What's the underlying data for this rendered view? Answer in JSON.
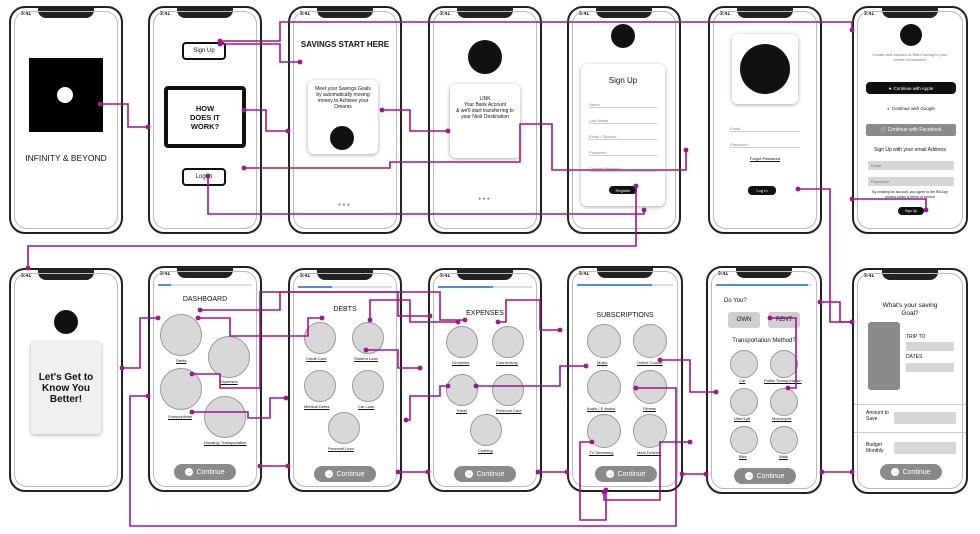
{
  "status": {
    "time": "9:41",
    "signal": "▪▪▪"
  },
  "screens": {
    "splash": {
      "title": "INFINITY & BEYOND"
    },
    "welcome": {
      "signup": "Sign Up",
      "how": "HOW\nDOES IT\nWORK?",
      "login": "Log In"
    },
    "savings": {
      "heading": "SAVINGS START HERE",
      "body": "Meet your Savings Goals by automatically moving money to Achieve your Dreams"
    },
    "link": {
      "body": "LINK\nYour Bank Account\n& we'll start transferring to your Next Destination"
    },
    "signup": {
      "title": "Sign Up",
      "fields": [
        "Name",
        "Last Name",
        "Email / Zipcode",
        "Password",
        "Confirm Password"
      ],
      "button": "Register"
    },
    "login": {
      "fields": [
        "Email",
        "Password"
      ],
      "forgot": "Forgot Password",
      "button": "Log In"
    },
    "account": {
      "intro": "Create and Account & Start Saving to your Dream Destination",
      "apple": "Continue with Apple",
      "google": "Continue with Google",
      "facebook": "Continue with Facebook",
      "email_heading": "Sign Up with your email Address",
      "fields": [
        "Email",
        "Password"
      ],
      "terms": "By creating an account, you agree to the Bill App privacy policy & terms of service",
      "button": "Sign Up"
    },
    "know": {
      "title": "Let's Get to Know You Better!"
    },
    "dashboard": {
      "title": "DASHBOARD",
      "items": [
        "Debts",
        "Expenses",
        "Subscriptions",
        "Housing/ Transportation"
      ],
      "continue": "Continue"
    },
    "debts": {
      "title": "DEBTS",
      "items": [
        "Credit Card",
        "Student Loan",
        "Medical Debts",
        "Car Loan",
        "Personal Loan"
      ],
      "continue": "Continue"
    },
    "expenses": {
      "title": "EXPENSES",
      "items": [
        "Groceries",
        "Connectivity",
        "Travel",
        "Personal Care",
        "Clothing"
      ],
      "continue": "Continue"
    },
    "subscriptions": {
      "title": "SUBSCRIPTIONS",
      "items": [
        "Music",
        "Online Course",
        "Audio / E-books",
        "Fitness",
        "TV Streaming",
        "Meal Delivery"
      ],
      "continue": "Continue"
    },
    "housing": {
      "question": "Do You?",
      "own": "OWN",
      "rent": "RENT",
      "transport_title": "Transportation Method?",
      "items": [
        "Car",
        "Public Transportation",
        "Uber/Lyft",
        "Motorcycle",
        "Bike",
        "Walk"
      ],
      "continue": "Continue"
    },
    "goal": {
      "title": "What's your saving Goal?",
      "trip": "TRIP TO",
      "dates": "DATES",
      "amount": "Amount to Save",
      "budget": "Budget Monthly",
      "continue": "Continue"
    }
  },
  "colors": {
    "link": "#a0148c",
    "progress": "#4a90d9"
  }
}
